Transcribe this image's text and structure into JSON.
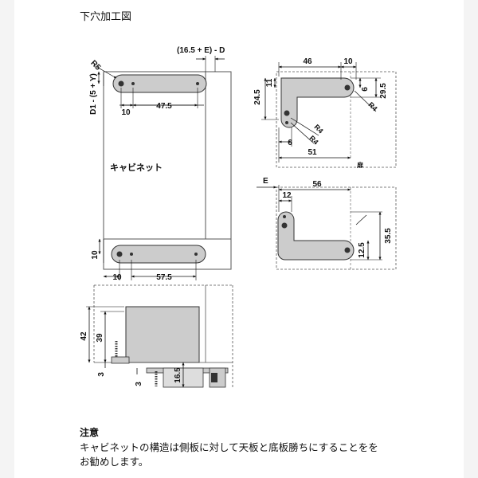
{
  "title": "下穴加工図",
  "labels": {
    "cabinet": "キャビネット",
    "door": "扉"
  },
  "dimensions": {
    "top_offset": "(16.5 + E) - D",
    "r5": "R5",
    "d1": "D1 - (5 + Y)",
    "upper_10": "10",
    "upper_47_5": "47.5",
    "lower_10_v": "10",
    "lower_10_h": "10",
    "lower_57_5": "57.5",
    "right_46": "46",
    "right_10": "10",
    "right_24_5": "24.5",
    "right_11": "11",
    "right_6_v": "6",
    "right_29_5": "29.5",
    "r4_a": "R4",
    "r4_b": "R4",
    "r4_c": "R4",
    "right_6_h": "6",
    "right_51": "51",
    "e_label": "E",
    "right_56": "56",
    "right_12": "12",
    "right_12_5": "12.5",
    "right_35_5": "35.5",
    "side_42": "42",
    "side_39": "39",
    "side_3_a": "3",
    "side_3_b": "3",
    "side_16_5": "16.5"
  },
  "note": {
    "heading": "注意",
    "line1": "キャビネットの構造は側板に対して天板と底板勝ちにすることをを",
    "line2": "お勧めします。"
  }
}
